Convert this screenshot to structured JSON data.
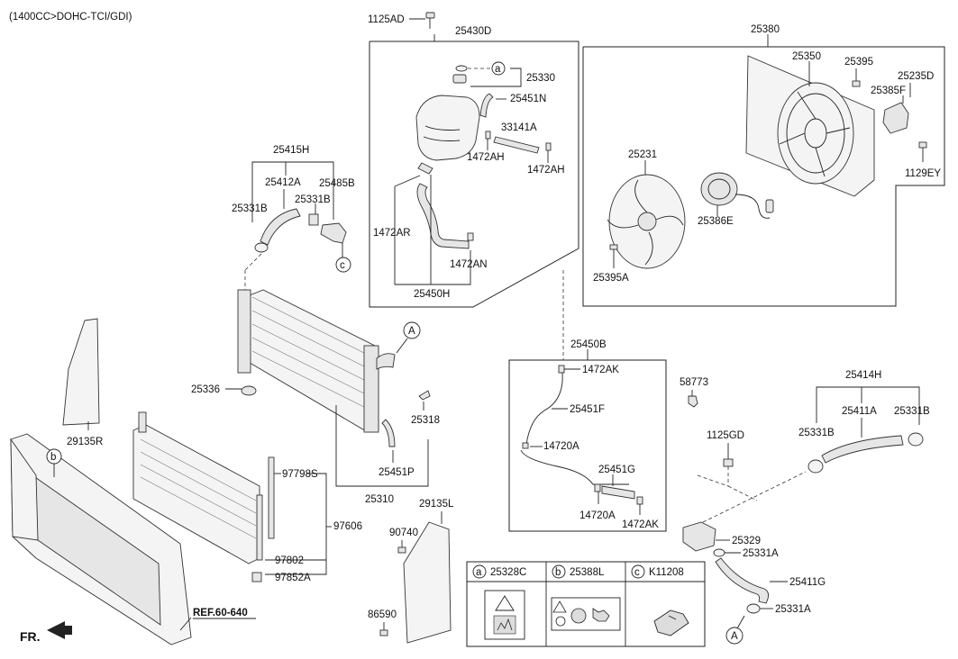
{
  "diagram": {
    "header": "(1400CC>DOHC-TCI/GDI)",
    "direction_label": "FR.",
    "ref_label": "REF.60-640",
    "callouts": {
      "a": "a",
      "b": "b",
      "c": "c",
      "A": "A"
    },
    "parts": {
      "p1125AD": "1125AD",
      "p25430D": "25430D",
      "p25330": "25330",
      "p25451N": "25451N",
      "p33141A": "33141A",
      "p1472AH_1": "1472AH",
      "p1472AH_2": "1472AH",
      "p1472AR": "1472AR",
      "p1472AN": "1472AN",
      "p25450H": "25450H",
      "p25380": "25380",
      "p25350": "25350",
      "p25395": "25395",
      "p25235D": "25235D",
      "p25385F": "25385F",
      "p1129EY": "1129EY",
      "p25231": "25231",
      "p25386E": "25386E",
      "p25395A": "25395A",
      "p25415H": "25415H",
      "p25412A": "25412A",
      "p25485B": "25485B",
      "p25331B_1": "25331B",
      "p25331B_2": "25331B",
      "p25336": "25336",
      "p25318": "25318",
      "p25451P": "25451P",
      "p25310": "25310",
      "p29135R": "29135R",
      "p97798S": "97798S",
      "p97606": "97606",
      "p97802": "97802",
      "p97852A": "97852A",
      "p29135L": "29135L",
      "p90740": "90740",
      "p86590": "86590",
      "p25450B": "25450B",
      "p1472AK_1": "1472AK",
      "p25451F": "25451F",
      "p14720A_1": "14720A",
      "p25451G": "25451G",
      "p14720A_2": "14720A",
      "p1472AK_2": "1472AK",
      "p58773": "58773",
      "p1125GD": "1125GD",
      "p25414H": "25414H",
      "p25411A": "25411A",
      "p25331B_3": "25331B",
      "p25331B_4": "25331B",
      "p25329": "25329",
      "p25331A_1": "25331A",
      "p25411G": "25411G",
      "p25331A_2": "25331A"
    },
    "legend": [
      {
        "key": "a",
        "code": "25328C"
      },
      {
        "key": "b",
        "code": "25388L"
      },
      {
        "key": "c",
        "code": "K11208"
      }
    ]
  }
}
